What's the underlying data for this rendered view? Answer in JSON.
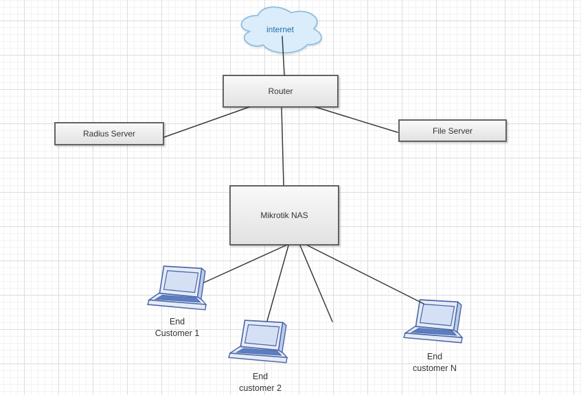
{
  "app": {
    "type": "network-diagram",
    "background": "grid-paper"
  },
  "style": {
    "grid_minor": "#f2f2f2",
    "grid_major": "#dcdcdc",
    "box_border": "#616161",
    "box_fill_top": "#f9f9f9",
    "box_fill_bottom": "#e2e2e2",
    "box_text": "#333333",
    "edge_color": "#383838",
    "cloud_fill": "#dbecfb",
    "cloud_stroke": "#8bbede",
    "cloud_text": "#1d70a8",
    "laptop_border": "#4a67a8",
    "laptop_body": "#e6ebf8",
    "laptop_screen": "#d6e0f5",
    "laptop_keyboard": "#5b7ec2",
    "laptop_side": "#bccbea",
    "label_text": "#333333"
  },
  "nodes": {
    "internet": {
      "label": "internet",
      "shape": "cloud"
    },
    "router": {
      "label": "Router",
      "shape": "box"
    },
    "radius_server": {
      "label": "Radius Server",
      "shape": "box"
    },
    "file_server": {
      "label": "File Server",
      "shape": "box"
    },
    "mikrotik_nas": {
      "label": "Mikrotik NAS",
      "shape": "box"
    },
    "end_customer_1": {
      "line1": "End",
      "line2": "Customer 1",
      "shape": "laptop"
    },
    "end_customer_2": {
      "line1": "End",
      "line2": "customer 2",
      "shape": "laptop"
    },
    "end_customer_n": {
      "line1": "End",
      "line2": "customer N",
      "shape": "laptop"
    }
  },
  "edges": [
    {
      "from": "internet",
      "to": "router"
    },
    {
      "from": "router",
      "to": "radius_server"
    },
    {
      "from": "router",
      "to": "file_server"
    },
    {
      "from": "router",
      "to": "mikrotik_nas"
    },
    {
      "from": "mikrotik_nas",
      "to": "end_customer_1"
    },
    {
      "from": "mikrotik_nas",
      "to": "end_customer_2"
    },
    {
      "from": "mikrotik_nas",
      "to": "unconnected_stub"
    },
    {
      "from": "mikrotik_nas",
      "to": "end_customer_n"
    }
  ]
}
